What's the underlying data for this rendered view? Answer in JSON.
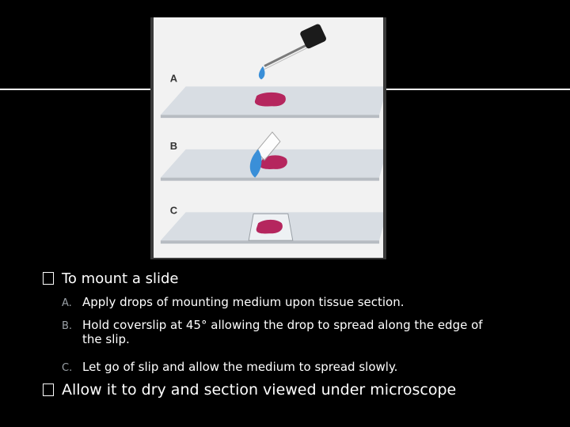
{
  "figure": {
    "labels": [
      "A",
      "B",
      "C"
    ]
  },
  "bullets": [
    {
      "text": "To mount a slide",
      "items": [
        {
          "marker": "A.",
          "text": "Apply drops of mounting medium upon tissue section."
        },
        {
          "marker": "B.",
          "text": "Hold coverslip at 45° allowing the drop to spread along the edge of",
          "text_cont": "the slip."
        },
        {
          "marker": "C.",
          "text": "Let go of slip and allow the medium to spread slowly."
        }
      ]
    },
    {
      "text": "Allow it to dry and section viewed under microscope"
    }
  ],
  "colors": {
    "background": "#000000",
    "text": "#ffffff",
    "tissue": "#b5265e",
    "medium": "#3a8fd8",
    "glass": "#d8dde3",
    "marker": "#9aa0a6"
  },
  "icons": {
    "bullet": "box-glyph"
  }
}
